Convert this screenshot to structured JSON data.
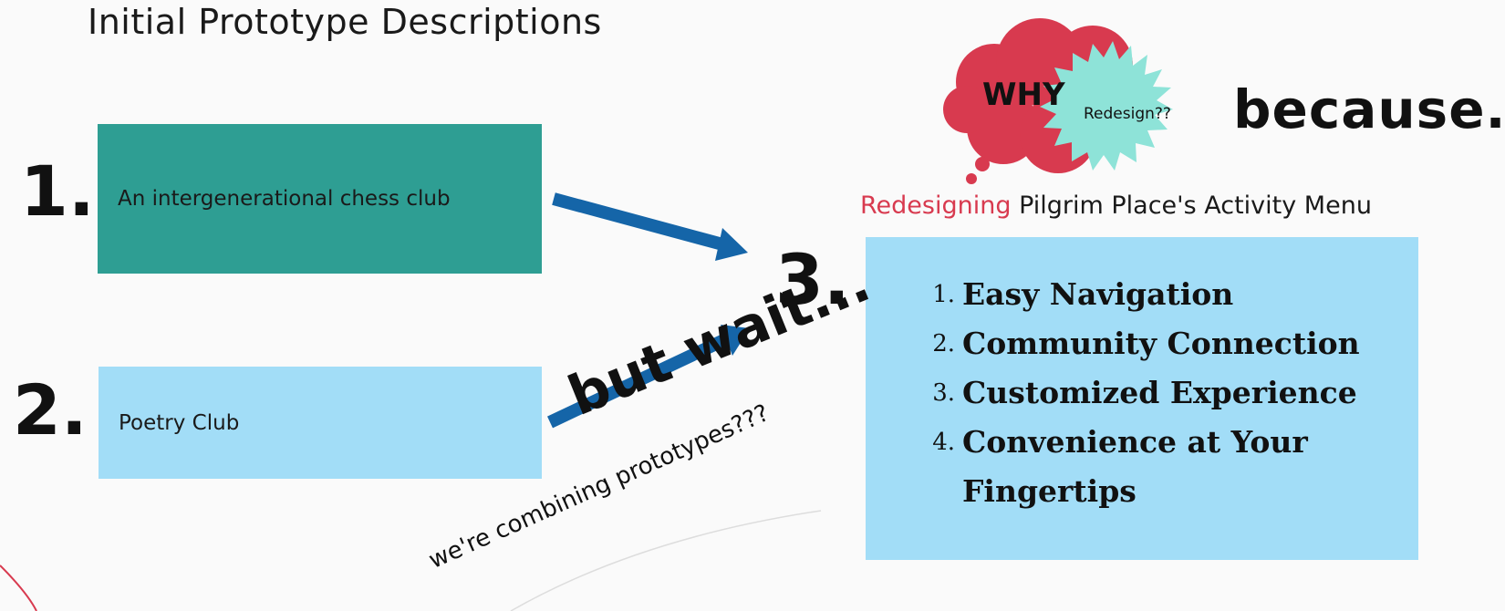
{
  "header": {
    "title": "Initial Prototype Descriptions"
  },
  "prototypes": [
    {
      "number": "1.",
      "label": "An intergenerational chess club",
      "color": "#2e9e93"
    },
    {
      "number": "2.",
      "label": "Poetry Club",
      "color": "#a2ddf7"
    }
  ],
  "combined": {
    "number": "3.",
    "features": [
      {
        "number": "1.",
        "label": "Easy Navigation"
      },
      {
        "number": "2.",
        "label": "Community Connection"
      },
      {
        "number": "3.",
        "label": "Customized Experience"
      },
      {
        "number": "4.",
        "label": "Convenience at Your Fingertips"
      }
    ],
    "color": "#a2ddf7"
  },
  "callout": {
    "why": "WHY",
    "redesign": "Redesign??",
    "because": "because...",
    "cloud_color": "#d83a4f",
    "star_color": "#8ee3d8"
  },
  "subheading": {
    "accent": "Redesigning",
    "rest": " Pilgrim Place's Activity Menu",
    "accent_color": "#d83a4f"
  },
  "annotation": {
    "but_wait": "but wait...",
    "combining": "we're combining prototypes???"
  },
  "colors": {
    "arrow": "#1565a8"
  }
}
